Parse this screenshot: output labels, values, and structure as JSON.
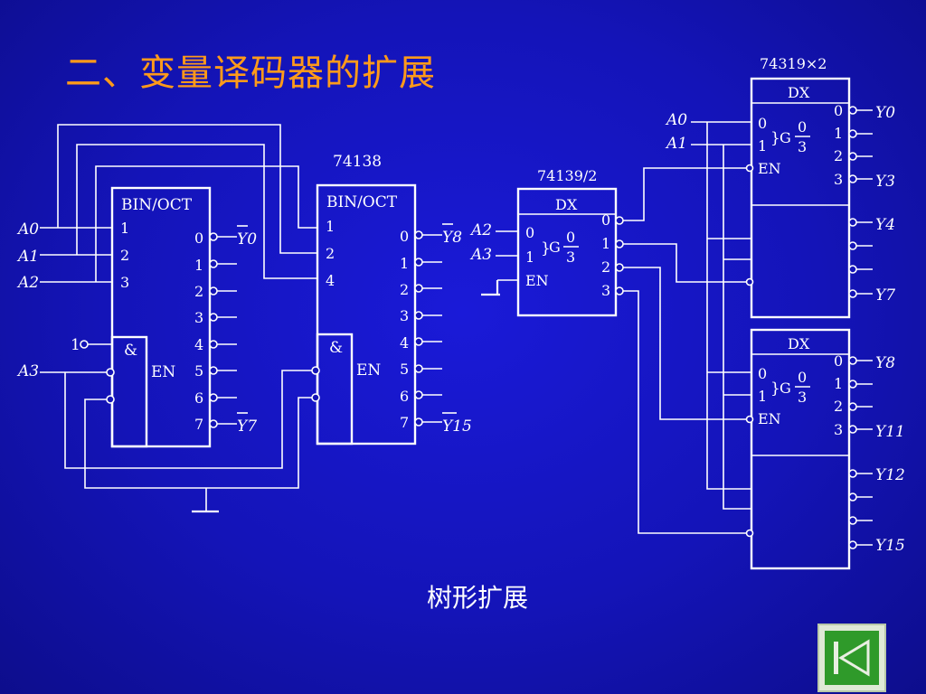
{
  "title": "二、变量译码器的扩展",
  "caption": "树形扩展",
  "nav": {
    "back_icon": "first-slide-icon"
  },
  "colors": {
    "background": "#1414b8",
    "title": "#ff9a1a",
    "text": "#ffffff",
    "nav_button": "#2f9a2a"
  },
  "left": {
    "chip_label": "74138",
    "block1_title": "BIN/OCT",
    "block2_title": "BIN/OCT",
    "in_pins_1": [
      "1",
      "2",
      "3"
    ],
    "in_pins_2": [
      "1",
      "2",
      "4"
    ],
    "out_pins": [
      "0",
      "1",
      "2",
      "3",
      "4",
      "5",
      "6",
      "7"
    ],
    "and_symbol": "&",
    "en_label": "EN",
    "one_input": "1",
    "inputs": [
      "A0",
      "A1",
      "A2",
      "A3"
    ],
    "out_y0": "Y0",
    "out_y7": "Y7",
    "out_y8": "Y8",
    "out_y15": "Y15"
  },
  "right": {
    "chip_label_small": "74139/2",
    "chip_label_big": "74319×2",
    "dx": "DX",
    "g_label": "G",
    "frac_top": "0",
    "frac_bottom": "3",
    "in_pins": [
      "0",
      "1"
    ],
    "en_label": "EN",
    "out_pins": [
      "0",
      "1",
      "2",
      "3"
    ],
    "inputs_a": [
      "A0",
      "A1"
    ],
    "inputs_b": [
      "A2",
      "A3"
    ],
    "outputs_top": [
      "Y0",
      "Y3",
      "Y4",
      "Y7"
    ],
    "outputs_bottom": [
      "Y8",
      "Y11",
      "Y12",
      "Y15"
    ]
  }
}
